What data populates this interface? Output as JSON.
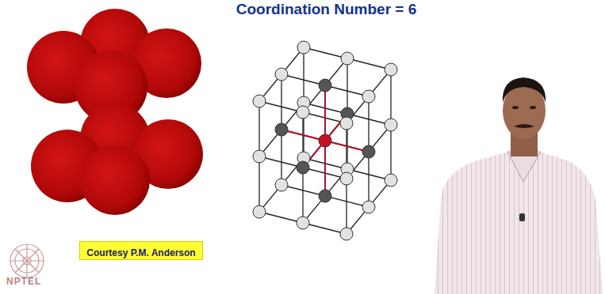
{
  "diagram": {
    "title": "Coordination Number = 6",
    "nodes": [
      {
        "text": [
          "Courtesy P.M. Anderson"
        ]
      }
    ],
    "edges": [],
    "labels": [
      "NPTEL"
    ]
  }
}
